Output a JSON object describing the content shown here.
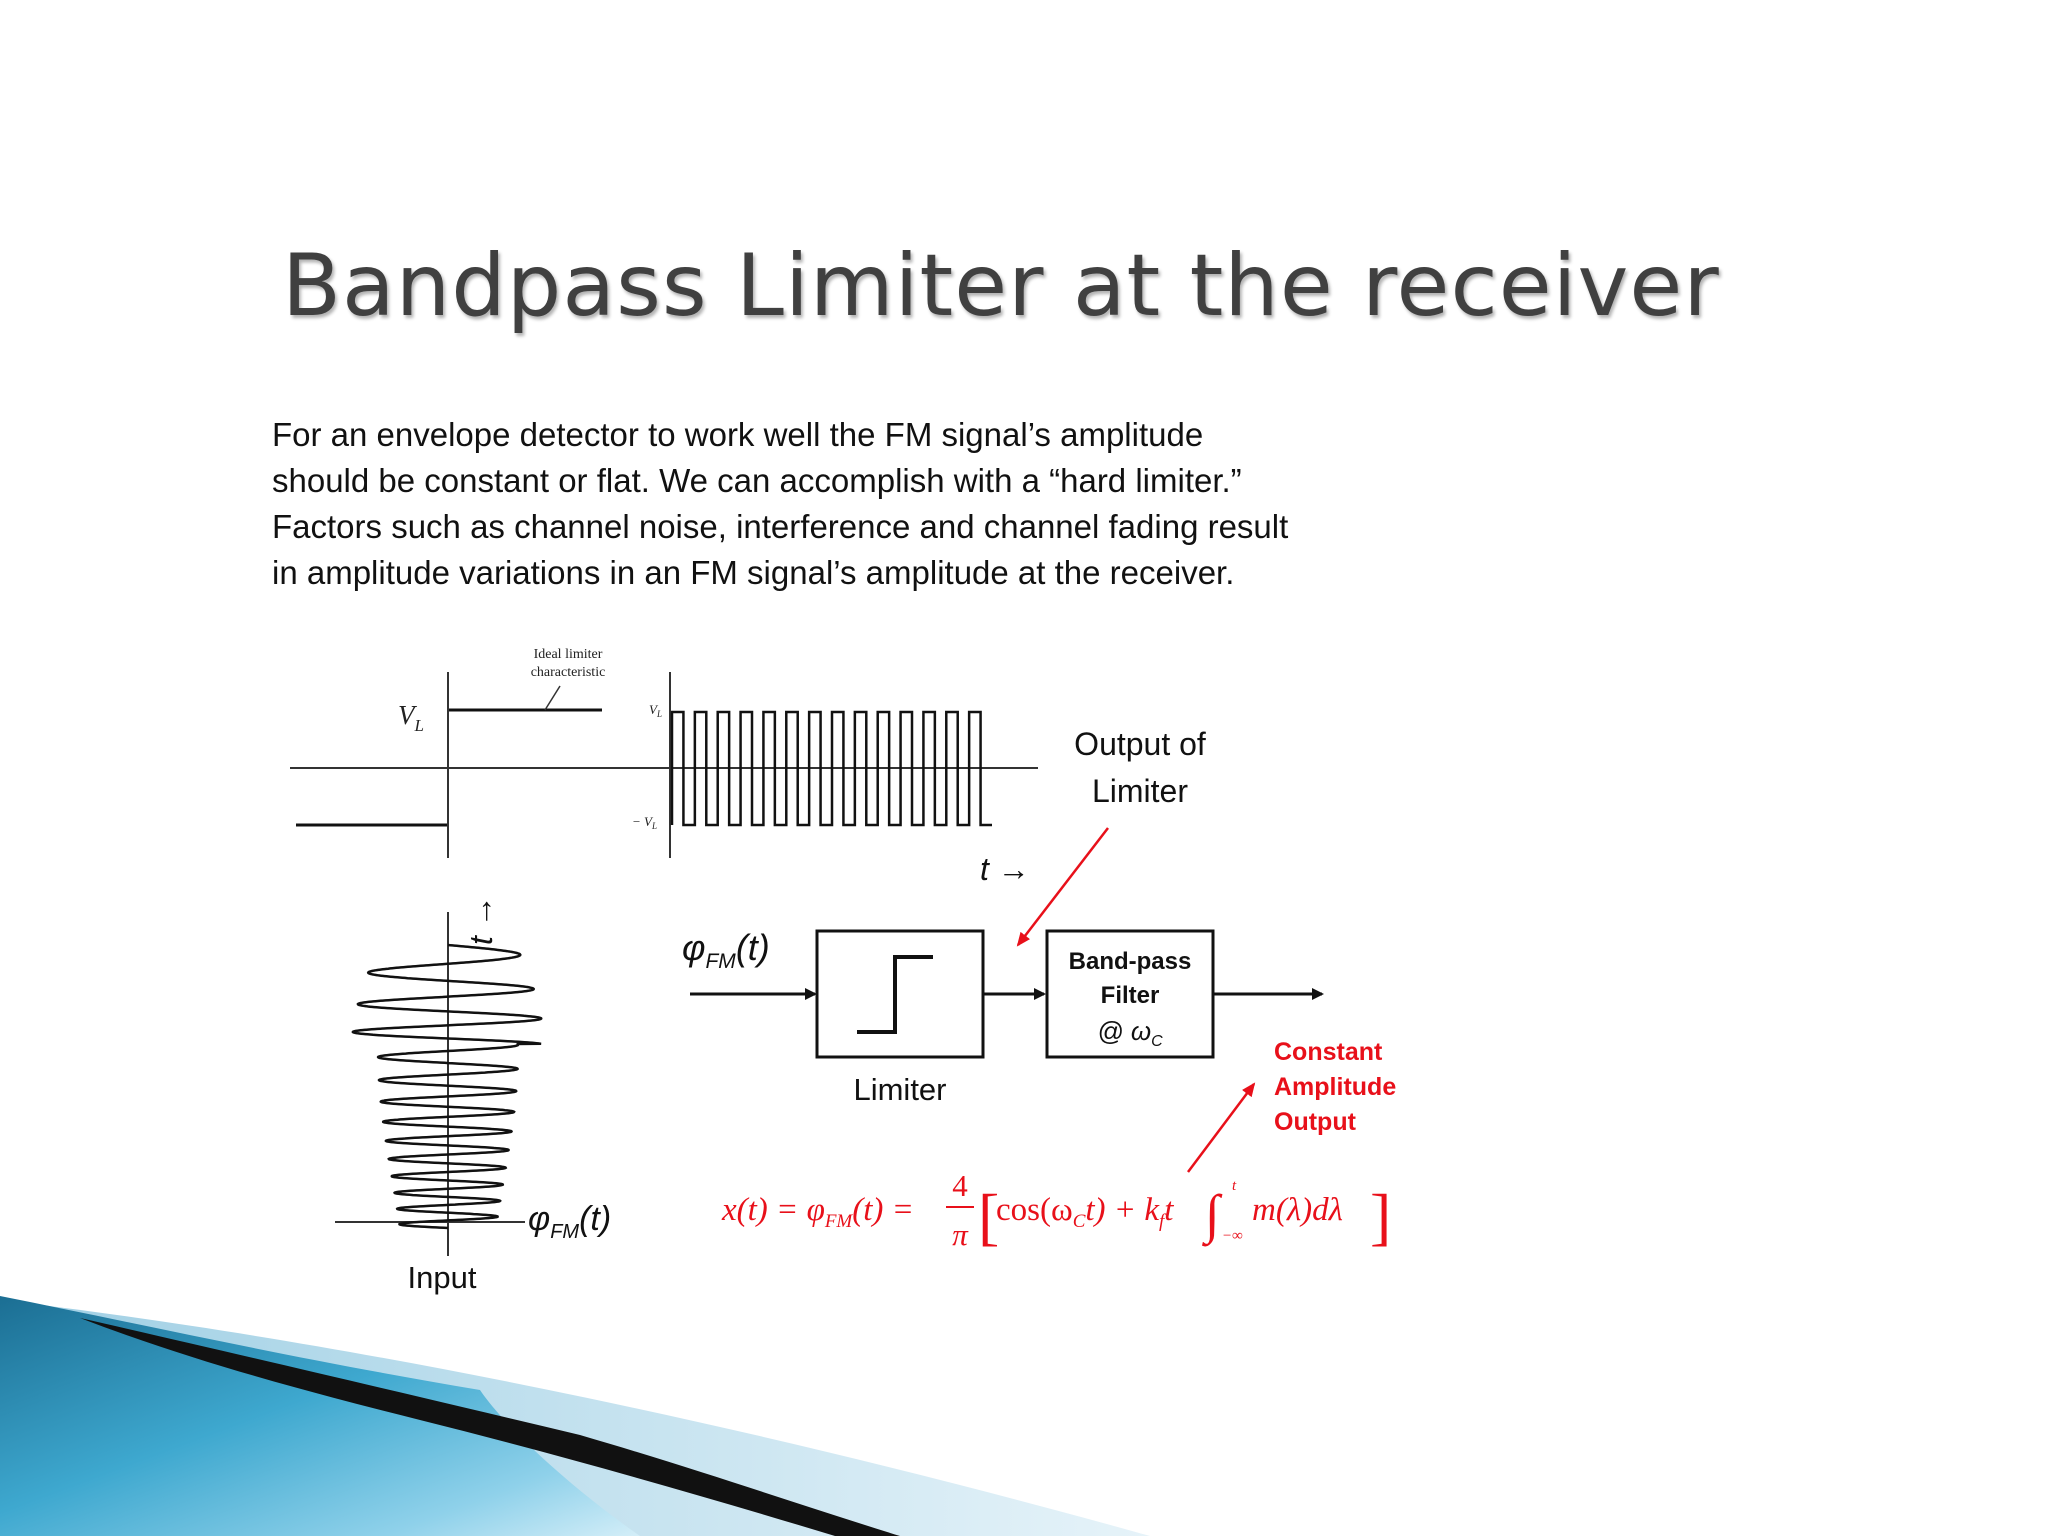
{
  "title": "Bandpass Limiter at the receiver",
  "body": {
    "lines": [
      "For an envelope detector to work well the FM signal’s amplitude",
      "should be constant or flat.  We can accomplish with a “hard limiter.”",
      "Factors such as channel noise, interference and channel fading result",
      "in amplitude variations in an FM signal’s amplitude at the receiver."
    ]
  },
  "diagram": {
    "ideal_limiter_line1": "Ideal limiter",
    "ideal_limiter_line2": "characteristic",
    "vl_char": "V",
    "vl_sub": "L",
    "vl_square_pos": "V",
    "vl_square_neg": "− V",
    "vl_square_sub": "L",
    "output_line1": "Output of",
    "output_line2": "Limiter",
    "t_arrow_right": "t →",
    "t_arrow_up": "t →",
    "phi_label_input": "φ",
    "phi_sub": "FM",
    "phi_arg": "(t)",
    "limiter_label": "Limiter",
    "bpf_line1": "Band-pass",
    "bpf_line2": "Filter",
    "bpf_line3": "@ ω",
    "bpf_sub": "C",
    "constant_line1": "Constant",
    "constant_line2": "Amplitude",
    "constant_line3": "Output",
    "input_label": "Input",
    "equation": {
      "lhs": "x(t) = φ",
      "lhs_sub": "FM",
      "lhs_arg": "(t) =",
      "frac_num": "4",
      "frac_den": "π",
      "bracket_open": "[",
      "cos_part": "cos(ω",
      "cos_sub": "C",
      "cos_rest": "t) + k",
      "kf_sub": "f",
      "t_int": "t",
      "integral": "∫",
      "int_upper": "t",
      "int_lower": "−∞",
      "integrand": "m(λ)dλ",
      "bracket_close": "]"
    }
  },
  "colors": {
    "accent_red": "#e8101a",
    "title_gray": "#404040",
    "swoosh_blue": "#3aa6cc",
    "swoosh_dark": "#111111"
  }
}
